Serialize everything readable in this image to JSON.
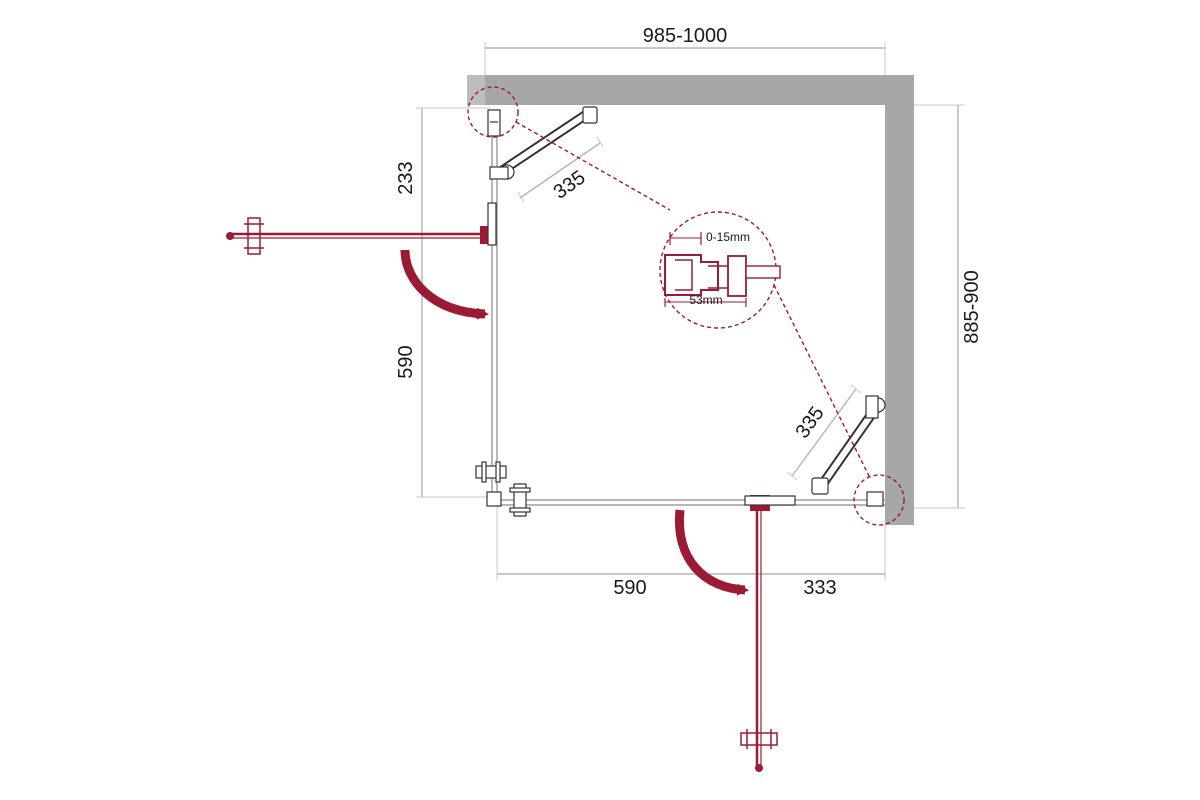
{
  "dimensions": {
    "top_width": "985-1000",
    "right_depth": "885-900",
    "left_fixed": "233",
    "left_door": "590",
    "bottom_door": "590",
    "bottom_fixed": "333",
    "brace_top": "335",
    "brace_right": "335"
  },
  "detail": {
    "adjust_range": "0-15mm",
    "profile_width": "53mm"
  },
  "colors": {
    "wall": "#a7a7a7",
    "door": "#9b1b34",
    "dimension": "#b5b5b5"
  }
}
